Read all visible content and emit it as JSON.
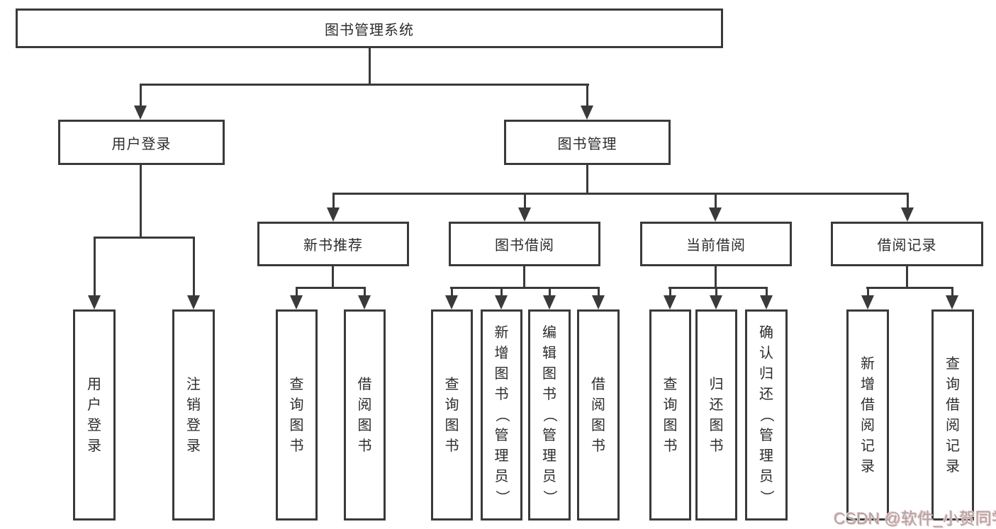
{
  "diagram": {
    "root": {
      "label": "图书管理系统",
      "children": [
        {
          "label": "用户登录",
          "children": [
            {
              "label": "用户登录"
            },
            {
              "label": "注销登录"
            }
          ]
        },
        {
          "label": "图书管理",
          "children": [
            {
              "label": "新书推荐",
              "children": [
                {
                  "label": "查询图书"
                },
                {
                  "label": "借阅图书"
                }
              ]
            },
            {
              "label": "图书借阅",
              "children": [
                {
                  "label": "查询图书"
                },
                {
                  "label": "新增图书（管理员）"
                },
                {
                  "label": "编辑图书（管理员）"
                },
                {
                  "label": "借阅图书"
                }
              ]
            },
            {
              "label": "当前借阅",
              "children": [
                {
                  "label": "查询图书"
                },
                {
                  "label": "归还图书"
                },
                {
                  "label": "确认归还（管理员）"
                }
              ]
            },
            {
              "label": "借阅记录",
              "children": [
                {
                  "label": "新增借阅记录"
                },
                {
                  "label": "查询借阅记录"
                }
              ]
            }
          ]
        }
      ]
    }
  },
  "watermark": "CSDN @软件_小贺同学",
  "colors": {
    "line": "#3a3a3a",
    "text": "#2d2d2d",
    "watermark": "#a8a8a8",
    "watermark_halo": "#f3c9c9",
    "background": "#ffffff"
  }
}
